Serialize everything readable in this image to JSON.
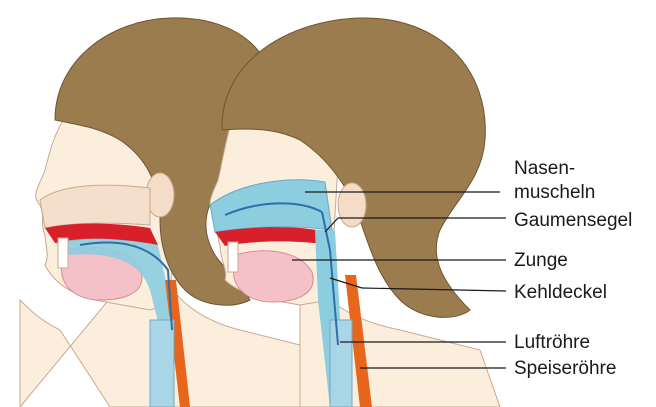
{
  "labels": {
    "nasenmuscheln_line1": "Nasen-",
    "nasenmuscheln_line2": "muscheln",
    "gaumensegel": "Gaumensegel",
    "zunge": "Zunge",
    "kehldeckel": "Kehldeckel",
    "luftroehre": "Luftröhre",
    "speiseroehre": "Speiseröhre"
  },
  "colors": {
    "hair": "#9b7c4f",
    "hair_dark": "#6e5530",
    "skin": "#fbeedd",
    "skin_outline": "#c9a98f",
    "nasal_cavity": "#8ccde0",
    "airway_arrow": "#2f6fa8",
    "tongue": "#f4c1c8",
    "palate_red": "#d8202a",
    "esophagus_orange": "#e8651c",
    "trachea": "#a9d6e6",
    "line": "#1a1a1a"
  }
}
